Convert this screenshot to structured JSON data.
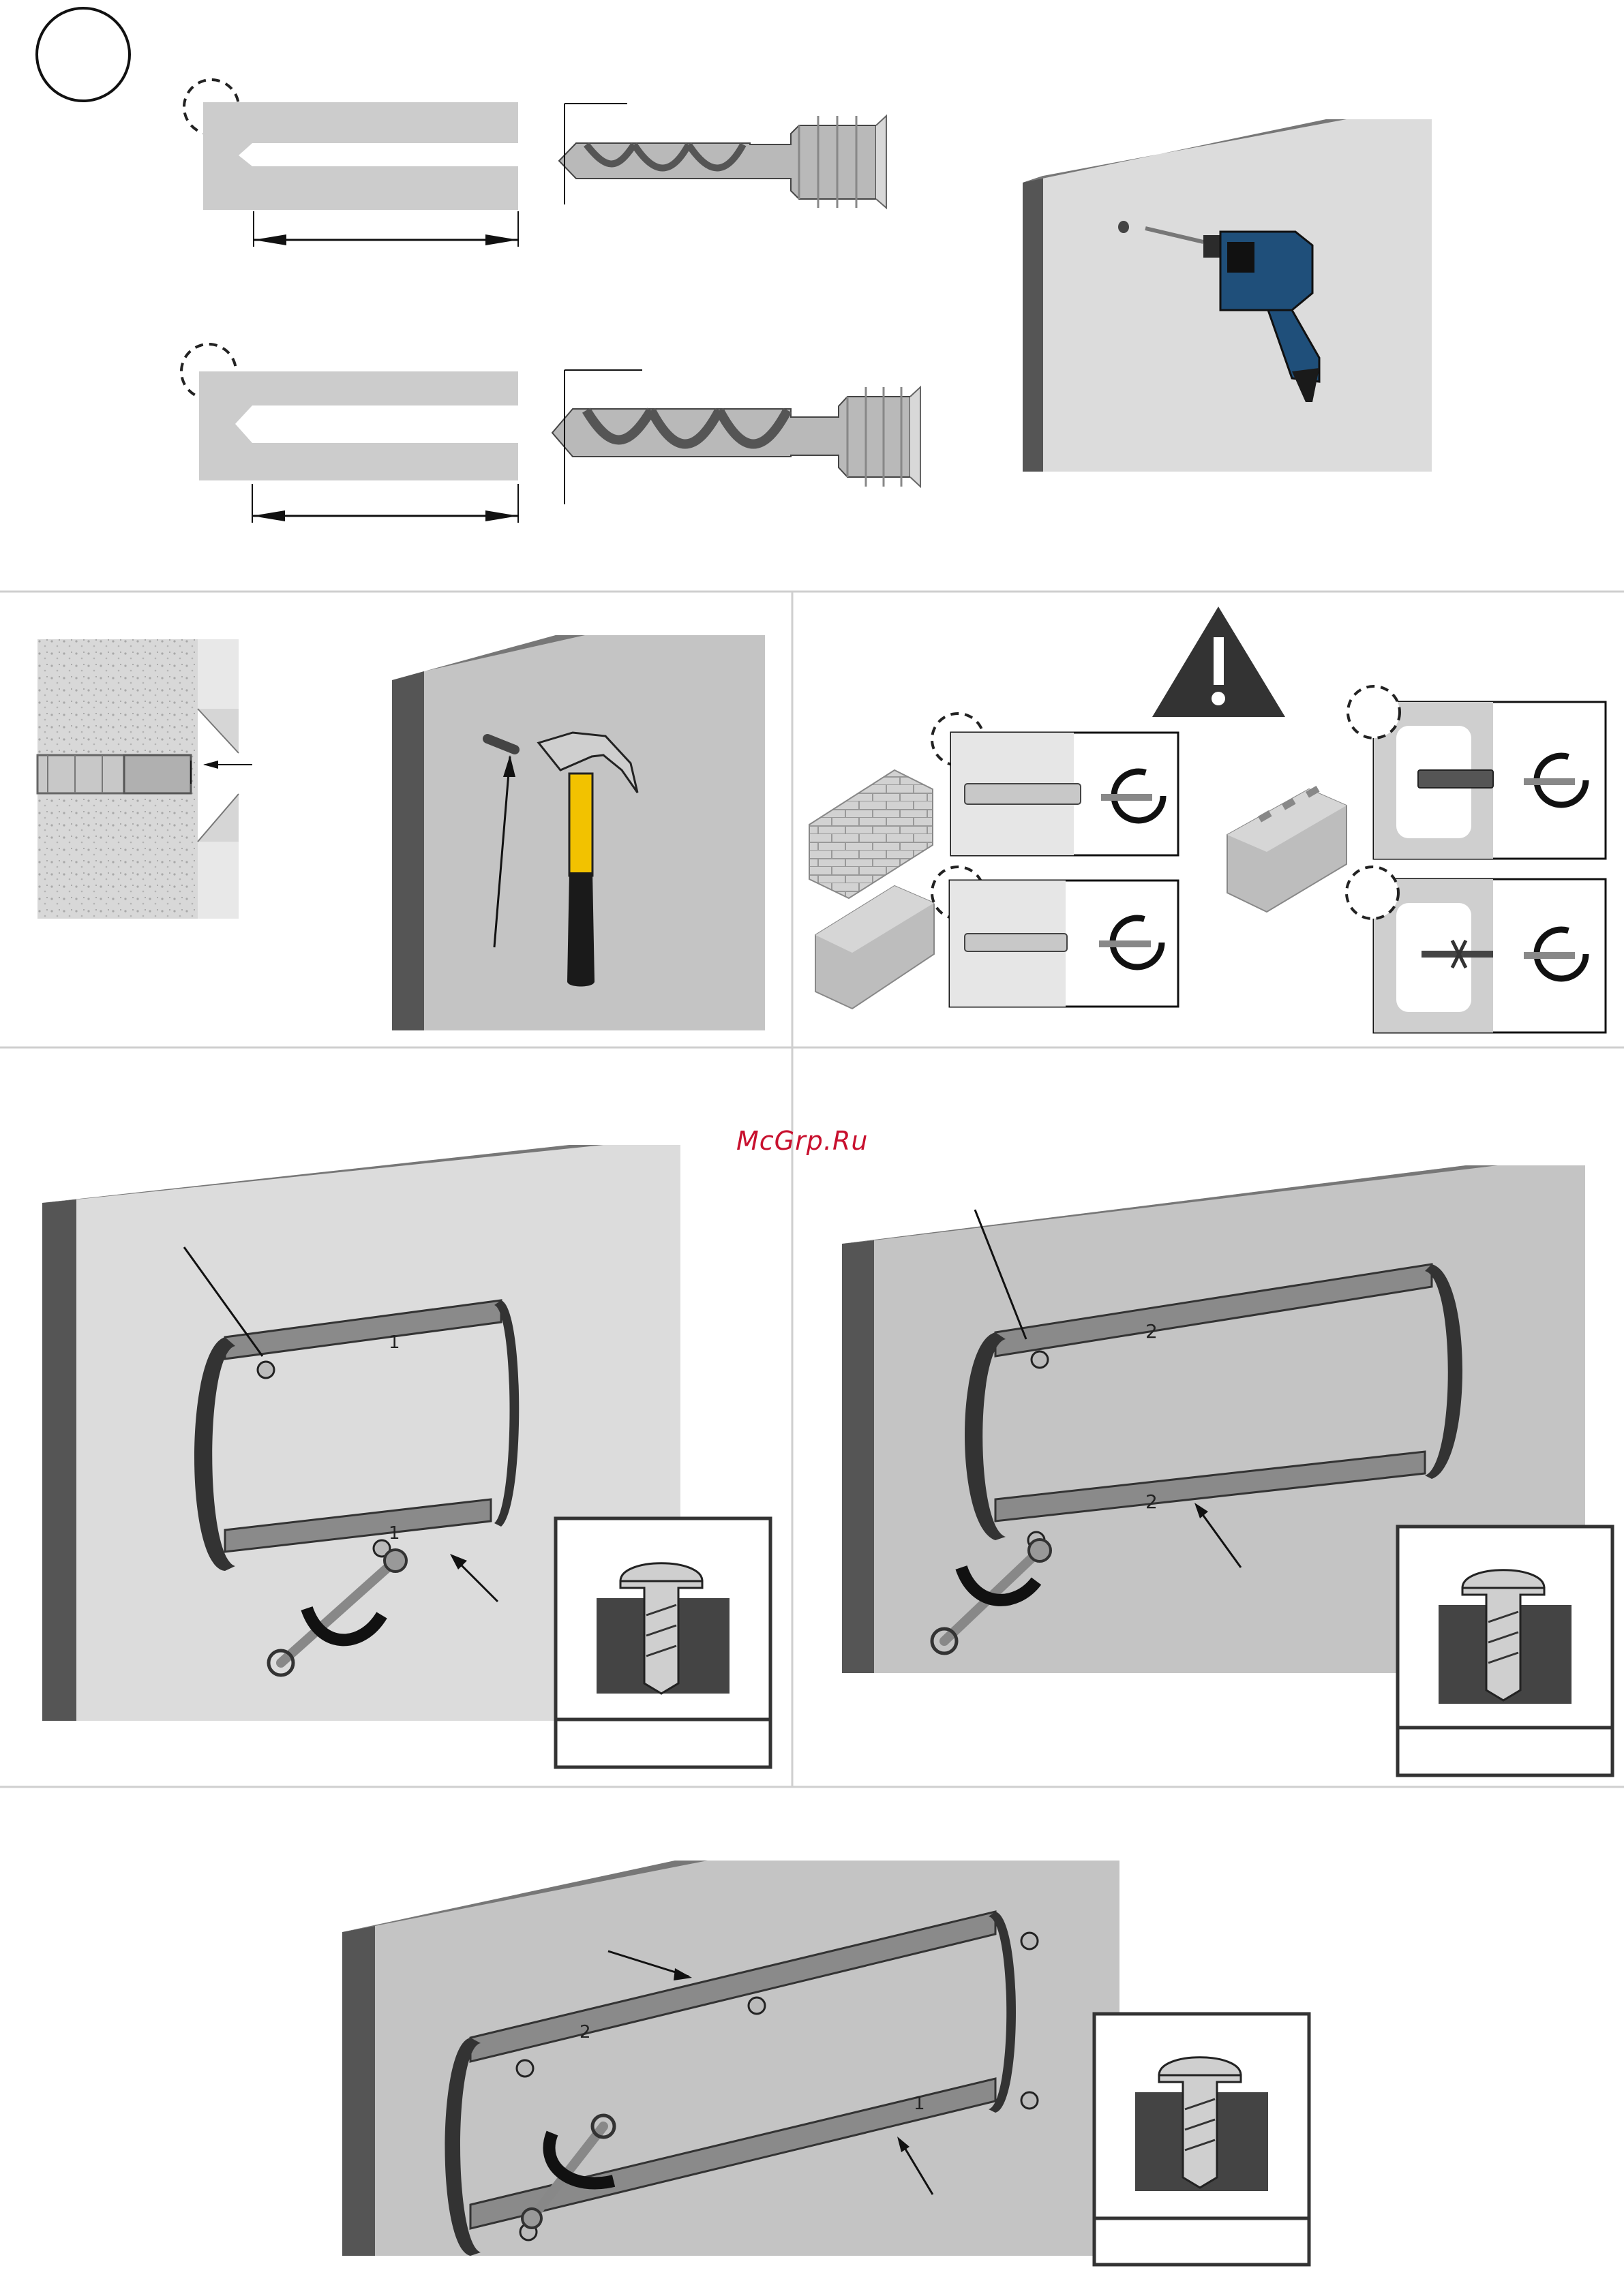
{
  "watermark": {
    "text": "McGrp.Ru"
  },
  "colors": {
    "wall_front": "#dcdcdc",
    "wall_side": "#555555",
    "wall_mid": "#c4c4c4",
    "bracket": "#8a8a8a",
    "drill_body": "#1f4f7a",
    "hammer_handle": "#f2c200",
    "divider": "#cfcfcf",
    "warning": "#333333"
  },
  "panels": {
    "step_marker": {
      "icon": "step-circle-icon"
    },
    "drill_bits": {
      "icons": [
        "dashed-circle-icon",
        "drill-bit-icon",
        "dimension-arrow-icon"
      ]
    },
    "drilling": {
      "icons": [
        "power-drill-icon"
      ]
    },
    "anchor_depth": {
      "icons": [
        "wall-anchor-icon"
      ]
    },
    "hammering": {
      "icons": [
        "hammer-icon",
        "anchor-plug-icon"
      ]
    },
    "anchor_types": {
      "icons": [
        "warning-triangle-icon",
        "brick-icon",
        "concrete-block-icon",
        "hollow-block-icon",
        "wrench-rotate-icon"
      ]
    },
    "mount_small": {
      "icons": [
        "wall-bracket-icon",
        "wrench-icon",
        "screw-in-hole-icon"
      ]
    },
    "mount_medium": {
      "icons": [
        "wall-bracket-icon",
        "wrench-icon",
        "screw-in-hole-icon"
      ]
    },
    "mount_large": {
      "icons": [
        "wall-bracket-icon",
        "wrench-icon",
        "screw-in-hole-icon"
      ]
    }
  },
  "bracket_labels": {
    "small_top": "1",
    "small_bottom": "1",
    "medium_top": "2",
    "medium_bottom": "2",
    "large_left": "2",
    "large_right": "1"
  }
}
